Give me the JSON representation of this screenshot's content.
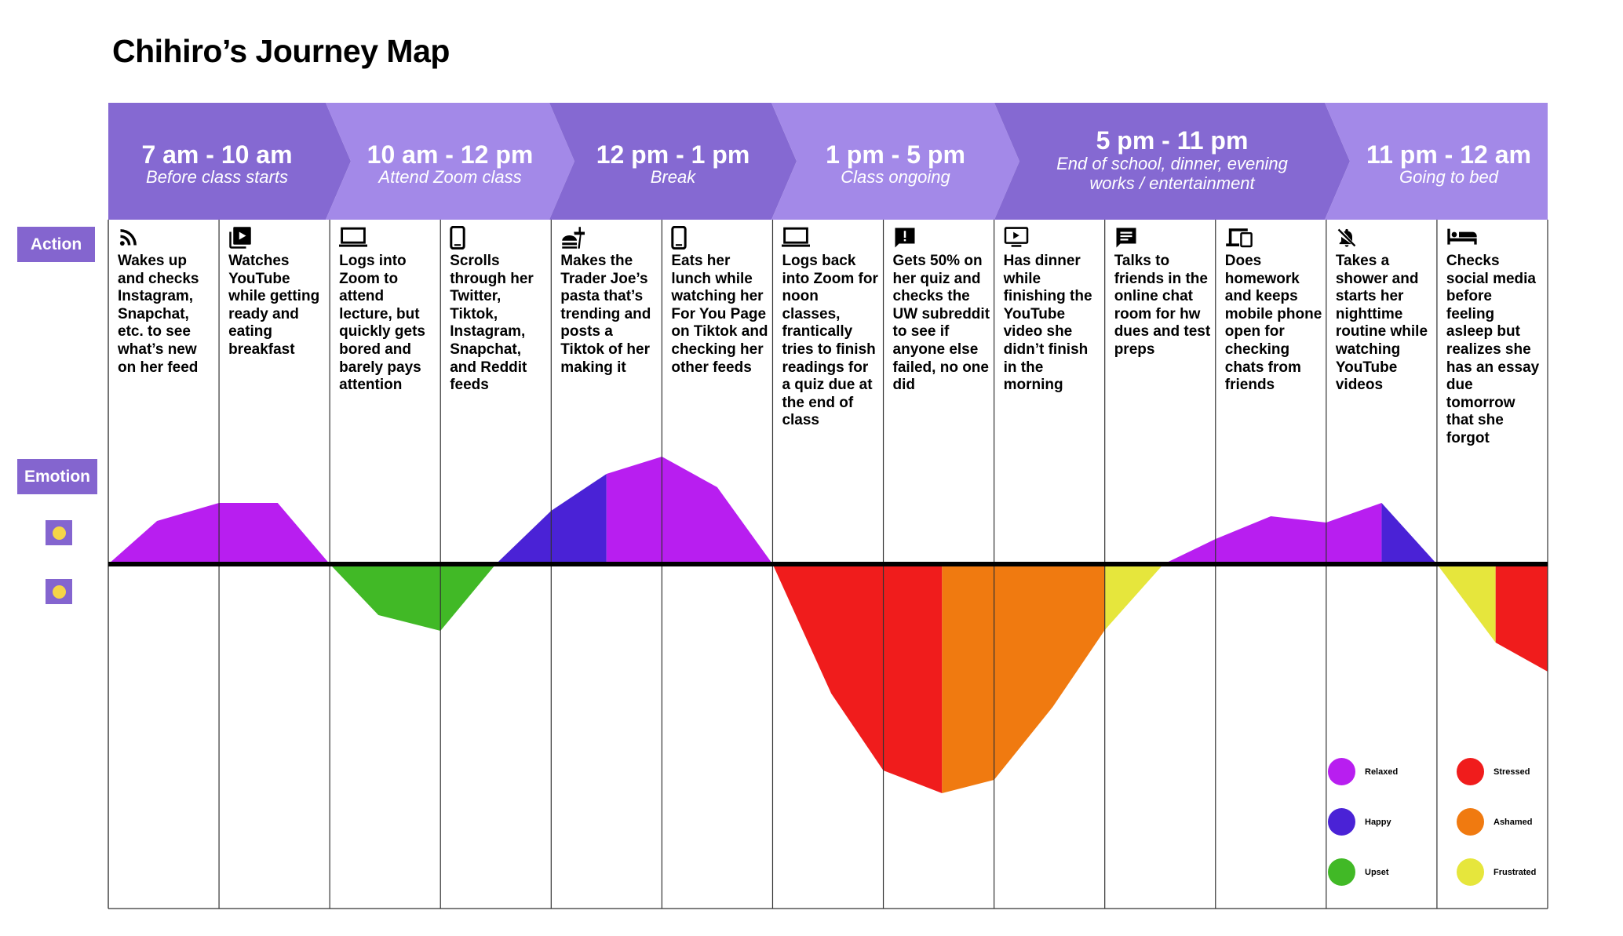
{
  "title": "Chihiro’s Journey Map",
  "labels": {
    "action": "Action",
    "emotion": "Emotion"
  },
  "emotion_axis_icons": [
    "smiling-face-icon",
    "frowning-face-icon"
  ],
  "stages": [
    {
      "time": "7 am - 10 am",
      "subtitle": "Before class starts",
      "shade": "dark"
    },
    {
      "time": "10 am - 12 pm",
      "subtitle": "Attend Zoom class",
      "shade": "light"
    },
    {
      "time": "12 pm - 1 pm",
      "subtitle": "Break",
      "shade": "dark"
    },
    {
      "time": "1 pm - 5 pm",
      "subtitle": "Class ongoing",
      "shade": "light"
    },
    {
      "time": "5 pm - 11 pm",
      "subtitle": "End of school, dinner, evening",
      "subtitle2": "works / entertainment",
      "shade": "dark"
    },
    {
      "time": "11 pm - 12 am",
      "subtitle": "Going to bed",
      "shade": "light"
    }
  ],
  "actions": [
    {
      "icon": "rss-feed-icon",
      "text": "Wakes up and checks Instagram, Snapchat, etc. to see what’s new on her feed"
    },
    {
      "icon": "video-library-icon",
      "text": "Watches YouTube while getting ready and eating breakfast"
    },
    {
      "icon": "laptop-icon",
      "text": "Logs into Zoom to attend lecture, but quickly gets bored and barely pays attention"
    },
    {
      "icon": "smartphone-icon",
      "text": "Scrolls through her Twitter, Tiktok, Instagram, Snapchat, and Reddit feeds"
    },
    {
      "icon": "fastfood-icon",
      "text": "Makes the Trader Joe’s pasta that’s trending and posts a Tiktok of her making it"
    },
    {
      "icon": "smartphone-icon",
      "text": "Eats her lunch while watching her For You Page on Tiktok and checking her other feeds"
    },
    {
      "icon": "laptop-icon",
      "text": "Logs back into Zoom for noon classes, frantically tries to finish readings for a quiz due at the end of class"
    },
    {
      "icon": "feedback-alert-icon",
      "text": "Gets 50% on her quiz and checks the UW subreddit to see if anyone else failed, no one did"
    },
    {
      "icon": "tv-play-icon",
      "text": "Has dinner while finishing the YouTube video she didn’t finish in the morning"
    },
    {
      "icon": "chat-icon",
      "text": "Talks to friends in the online chat room for hw dues and test preps"
    },
    {
      "icon": "devices-icon",
      "text": "Does homework and keeps mobile phone open for checking chats from friends"
    },
    {
      "icon": "notifications-off-icon",
      "text": "Takes a shower and starts her nighttime routine while watching YouTube videos"
    },
    {
      "icon": "bed-icon",
      "text": "Checks social media before feeling asleep but realizes she has an essay due tomorrow that she forgot"
    }
  ],
  "emotions": [
    {
      "name": "Relaxed",
      "color": "#b81ef0"
    },
    {
      "name": "Happy",
      "color": "#4a22d6"
    },
    {
      "name": "Upset",
      "color": "#41b926"
    },
    {
      "name": "Stressed",
      "color": "#f01c1c"
    },
    {
      "name": "Ashamed",
      "color": "#f07a10"
    },
    {
      "name": "Frustrated",
      "color": "#e6e63c"
    }
  ],
  "emotion_curve": [
    {
      "from_action": 1,
      "to_action": 2,
      "emotion": "Relaxed",
      "valence": "positive",
      "peak_level": 0.6
    },
    {
      "from_action": 3,
      "to_action": 4,
      "emotion": "Upset",
      "valence": "negative",
      "peak_level": 0.3
    },
    {
      "from_action": 4,
      "to_action": 5,
      "emotion": "Happy",
      "valence": "positive",
      "peak_level": 0.6
    },
    {
      "from_action": 5,
      "to_action": 6,
      "emotion": "Relaxed",
      "valence": "positive",
      "peak_level": 0.7
    },
    {
      "from_action": 7,
      "to_action": 8,
      "emotion": "Stressed",
      "valence": "negative",
      "peak_level": 1.0
    },
    {
      "from_action": 8,
      "to_action": 10,
      "emotion": "Ashamed",
      "valence": "negative",
      "peak_level": 1.0
    },
    {
      "from_action": 10,
      "to_action": 10,
      "emotion": "Frustrated",
      "valence": "negative",
      "peak_level": 0.3
    },
    {
      "from_action": 10,
      "to_action": 12,
      "emotion": "Relaxed",
      "valence": "positive",
      "peak_level": 0.45
    },
    {
      "from_action": 12,
      "to_action": 12,
      "emotion": "Happy",
      "valence": "positive",
      "peak_level": 0.45
    },
    {
      "from_action": 13,
      "to_action": 13,
      "emotion": "Frustrated",
      "valence": "negative",
      "peak_level": 0.35
    },
    {
      "from_action": 13,
      "to_action": 13,
      "emotion": "Stressed",
      "valence": "negative",
      "peak_level": 0.45
    }
  ]
}
